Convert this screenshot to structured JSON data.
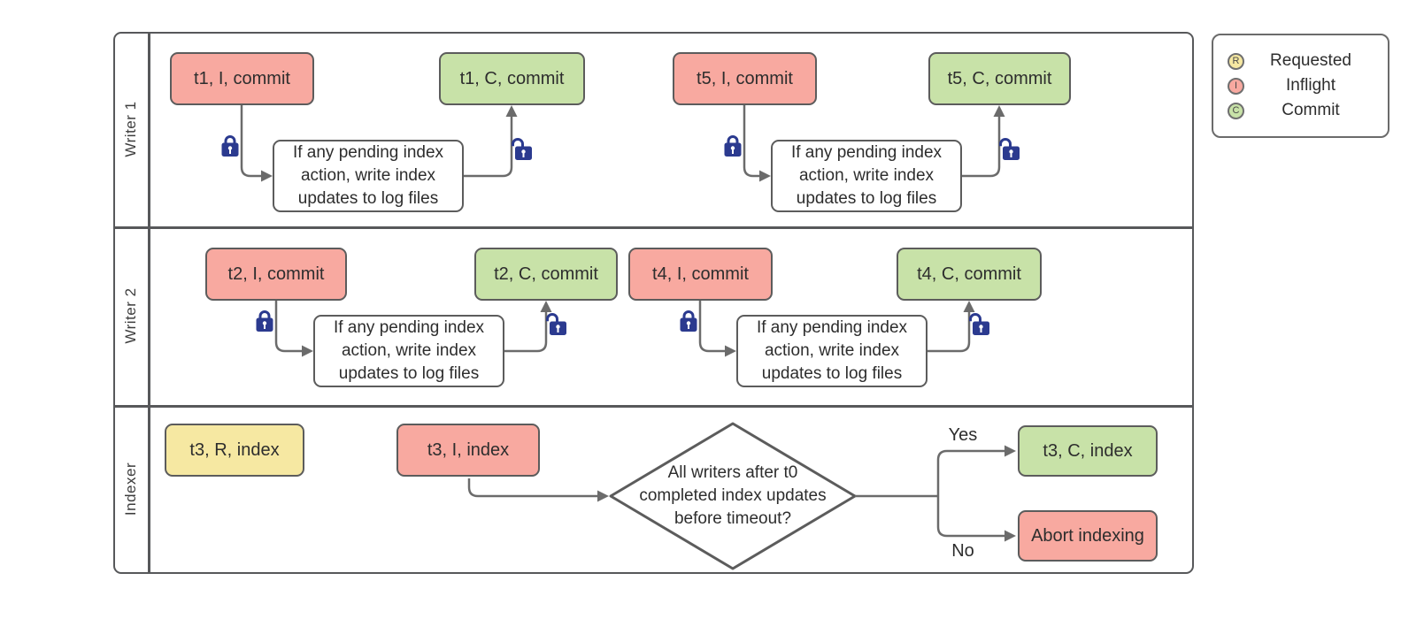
{
  "colors": {
    "requested_fill": "#f6e8a2",
    "inflight_fill": "#f8a9a0",
    "commit_fill": "#c8e2a8",
    "shape_border": "#5c5c5c",
    "connector": "#6b6b6b",
    "lock_blue": "#2b3a8f",
    "background": "#ffffff"
  },
  "legend": {
    "items": [
      {
        "letter": "R",
        "label": "Requested"
      },
      {
        "letter": "I",
        "label": "Inflight"
      },
      {
        "letter": "C",
        "label": "Commit"
      }
    ]
  },
  "lanes": {
    "writer1": {
      "label": "Writer 1",
      "nodes": {
        "t1_inflight": "t1, I, commit",
        "t1_commit": "t1, C, commit",
        "process_t1": "If any pending index action, write index updates to log files",
        "t5_inflight": "t5, I, commit",
        "t5_commit": "t5, C, commit",
        "process_t5": "If any pending index action, write index updates to log files"
      }
    },
    "writer2": {
      "label": "Writer 2",
      "nodes": {
        "t2_inflight": "t2, I, commit",
        "t2_commit": "t2, C, commit",
        "process_t2": "If any pending index action, write index updates to log files",
        "t4_inflight": "t4, I, commit",
        "t4_commit": "t4, C, commit",
        "process_t4": "If any pending index action, write index updates to log files"
      }
    },
    "indexer": {
      "label": "Indexer",
      "nodes": {
        "t3_requested": "t3, R, index",
        "t3_inflight": "t3, I, index",
        "decision": "All writers after t0 completed index updates before timeout?",
        "yes_label": "Yes",
        "no_label": "No",
        "t3_commit": "t3, C, index",
        "abort": "Abort indexing"
      }
    }
  }
}
